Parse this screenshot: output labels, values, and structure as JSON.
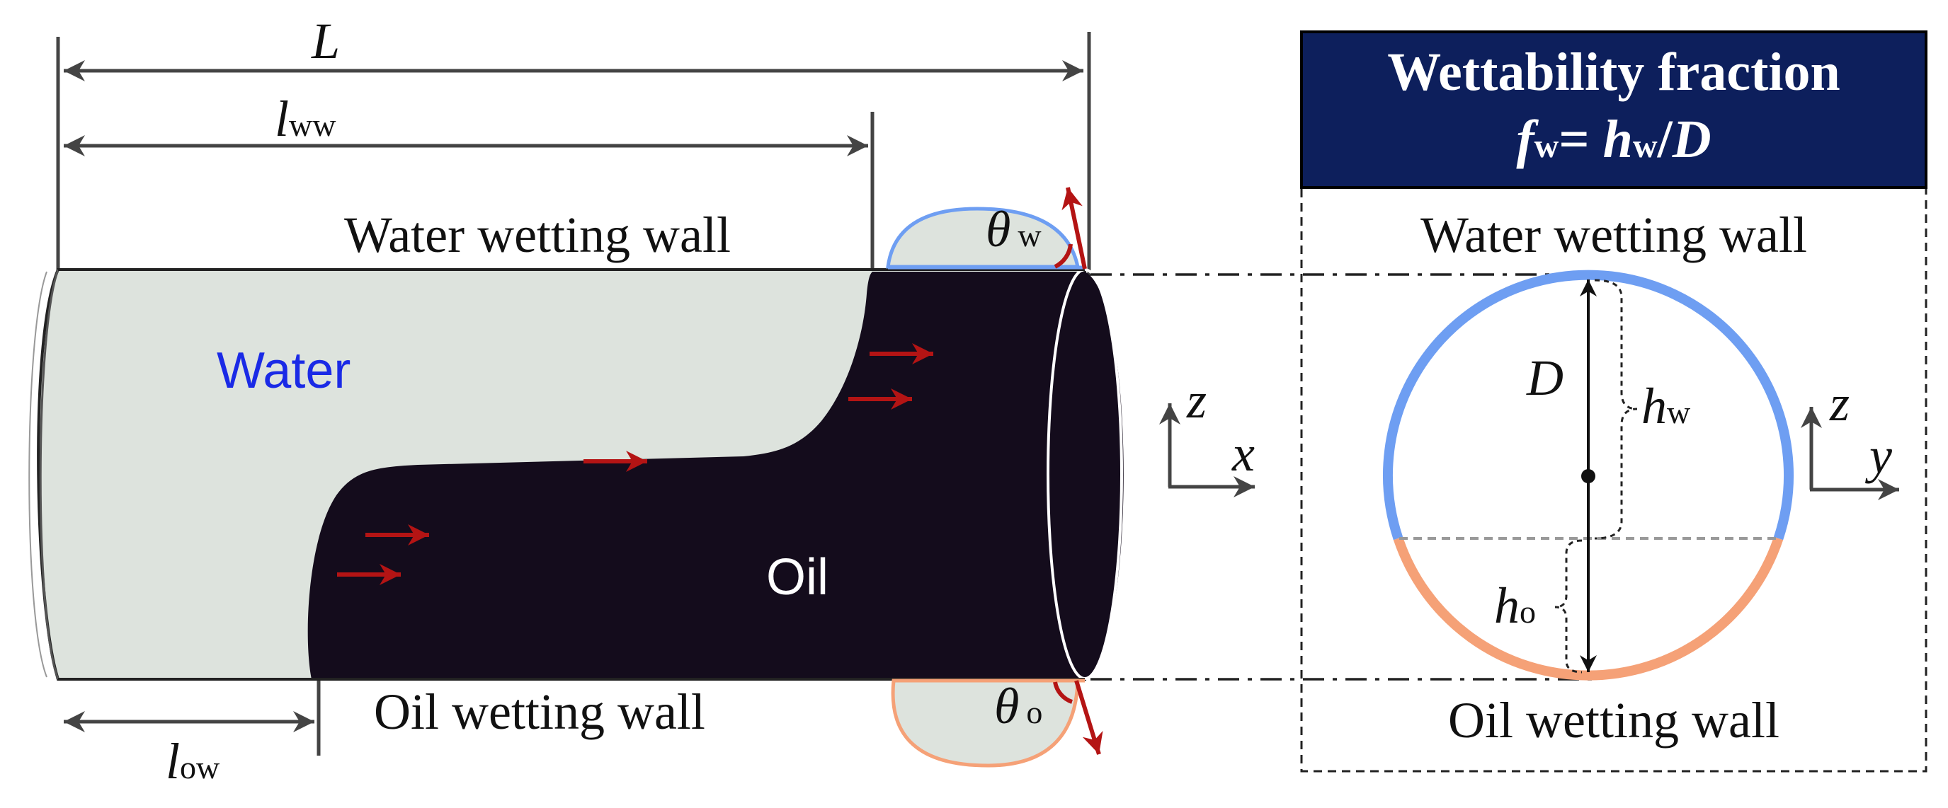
{
  "dimensions": {
    "L": "L",
    "l_ww_main": "l",
    "l_ww_sub": "ww",
    "l_ow_main": "l",
    "l_ow_sub": "ow"
  },
  "pipe": {
    "water_label": "Water",
    "oil_label": "Oil",
    "top_wall_label": "Water wetting wall",
    "bottom_wall_label": "Oil wetting wall"
  },
  "contact_angles": {
    "water_symbol": "θ",
    "water_sub": "w",
    "oil_symbol": "θ",
    "oil_sub": "o"
  },
  "axes_side": {
    "vertical": "z",
    "horizontal": "x"
  },
  "axes_cross": {
    "vertical": "z",
    "horizontal": "y"
  },
  "panel": {
    "title_line1": "Wettability fraction",
    "formula_f": "f",
    "formula_f_sub": "w",
    "formula_eq": "= ",
    "formula_h": "h",
    "formula_h_sub": "w",
    "formula_slash": "/",
    "formula_D": "D",
    "top_wall_label": "Water wetting wall",
    "bottom_wall_label": "Oil wetting wall",
    "D_label": "D",
    "hw_main": "h",
    "hw_sub": "w",
    "ho_main": "h",
    "ho_sub": "o"
  },
  "colors": {
    "water_fill": "#dde3dd",
    "oil_fill": "#140c1c",
    "water_wall": "#6e9ef2",
    "oil_wall": "#f5a177",
    "flow_arrow": "#b41414",
    "water_text": "#1a2ae6",
    "panel_header": "#0d1f5c"
  }
}
